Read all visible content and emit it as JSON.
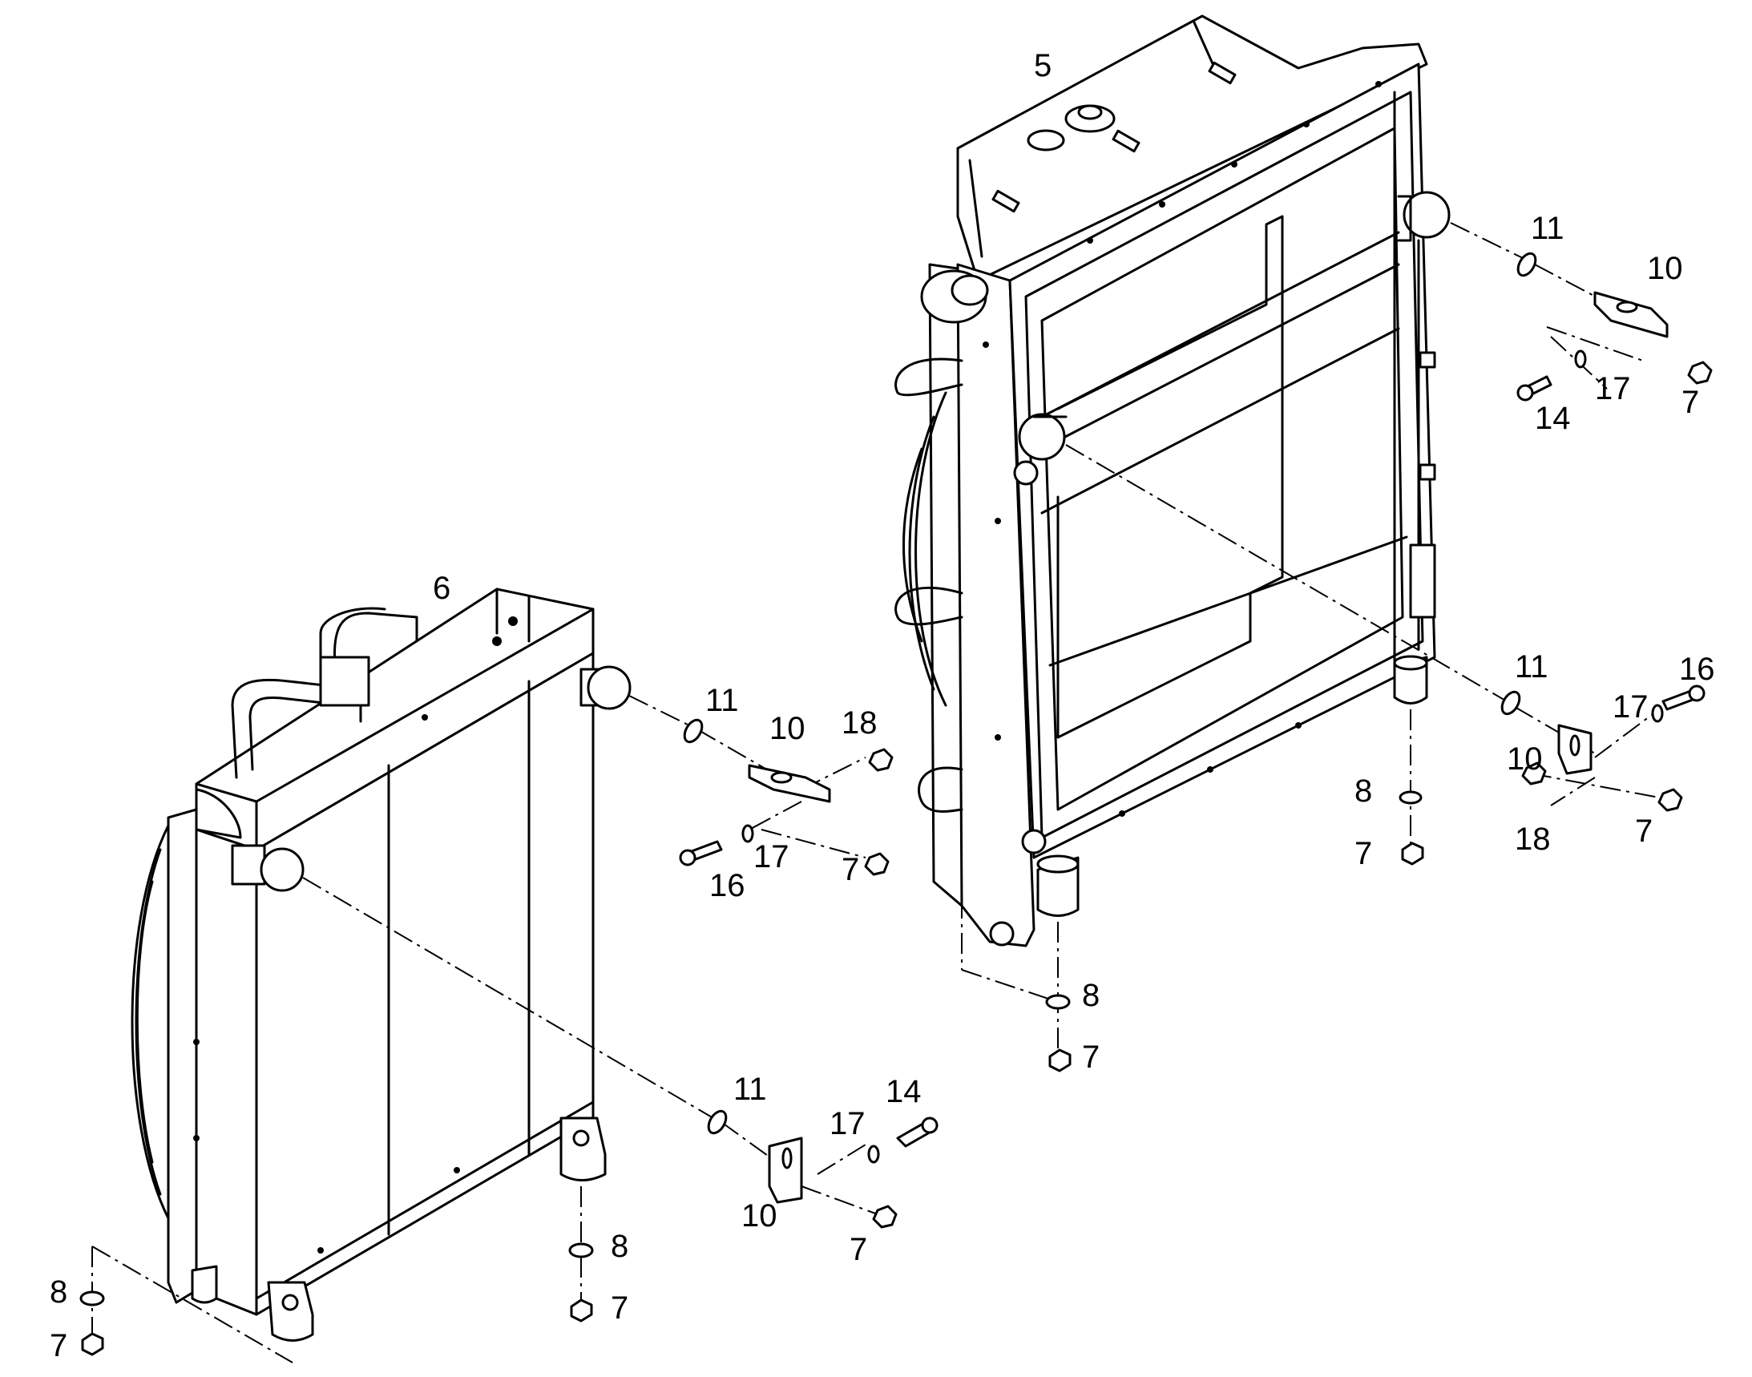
{
  "diagram": {
    "labels": {
      "radiator_rear": "5",
      "radiator_front": "6",
      "r_top_washer": "11",
      "r_top_bracket": "10",
      "r_top_bolt": "14",
      "r_top_lockwasher": "17",
      "r_top_nut": "7",
      "r_mid_washer": "11",
      "r_mid_bolt": "16",
      "r_mid_lockwasher": "17",
      "r_mid_bracket": "10",
      "r_mid_nut_a": "18",
      "r_mid_nut_b": "7",
      "r_foot_right_washer": "8",
      "r_foot_right_nut": "7",
      "r_foot_left_washer": "8",
      "r_foot_left_nut": "7",
      "f_top_washer": "11",
      "f_top_bracket": "10",
      "f_top_nut_a": "18",
      "f_top_lockwasher": "17",
      "f_top_bolt": "16",
      "f_top_nut_b": "7",
      "f_bot_washer": "11",
      "f_bot_bolt": "14",
      "f_bot_lockwasher": "17",
      "f_bot_bracket": "10",
      "f_bot_nut": "7",
      "f_foot_right_washer": "8",
      "f_foot_right_nut": "7",
      "f_foot_left_washer": "8",
      "f_foot_left_nut": "7"
    }
  }
}
